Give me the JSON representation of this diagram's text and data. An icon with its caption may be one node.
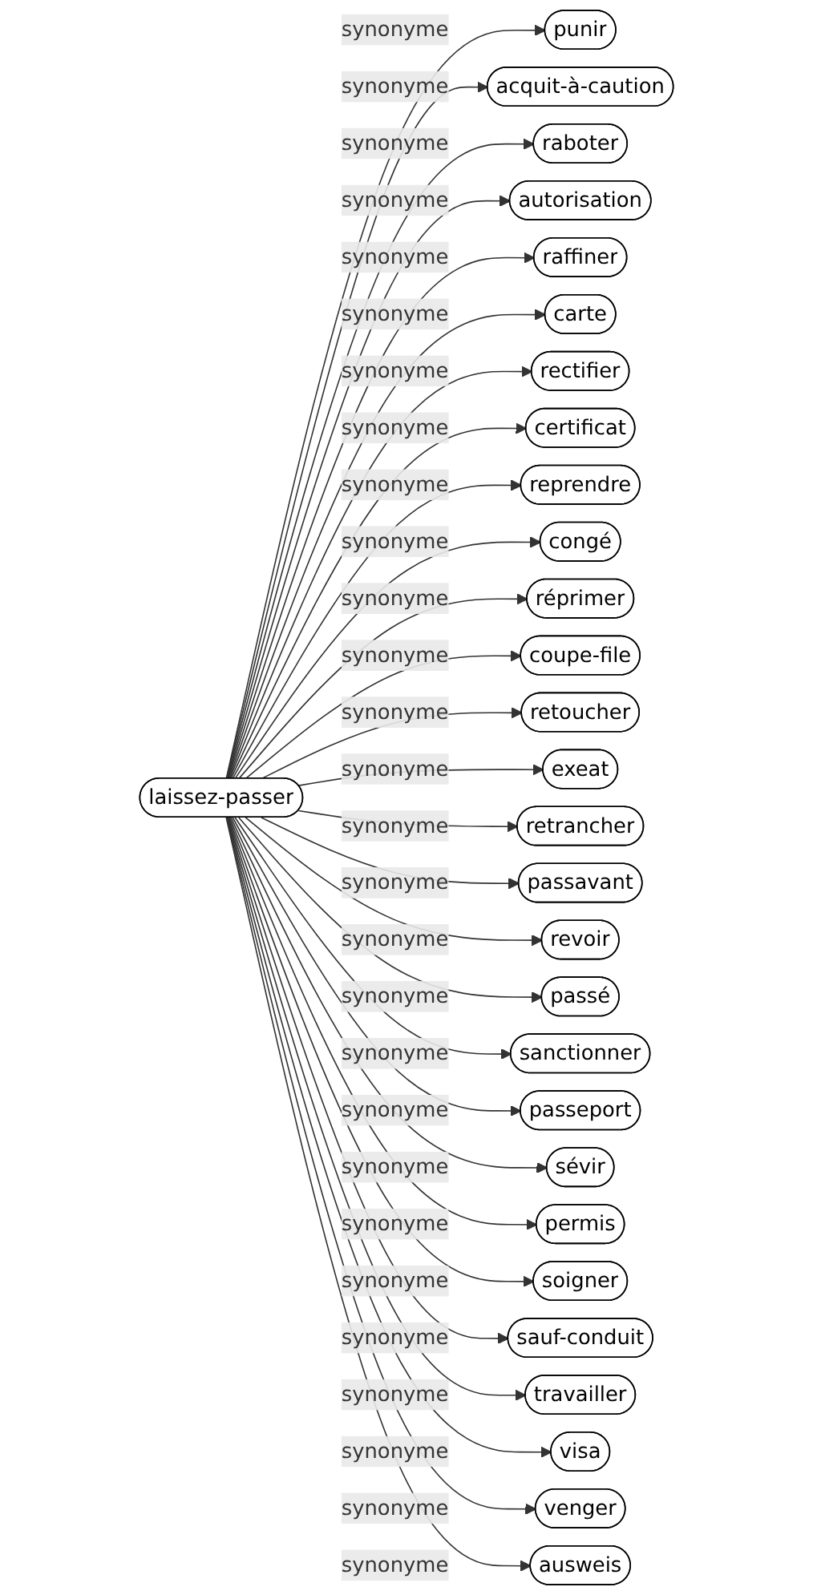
{
  "diagram": {
    "nodes": [
      {
        "text": [
          "laissez-passer"
        ]
      },
      {
        "text": [
          "punir"
        ]
      },
      {
        "text": [
          "acquit-à-caution"
        ]
      },
      {
        "text": [
          "raboter"
        ]
      },
      {
        "text": [
          "autorisation"
        ]
      },
      {
        "text": [
          "raffiner"
        ]
      },
      {
        "text": [
          "carte"
        ]
      },
      {
        "text": [
          "rectifier"
        ]
      },
      {
        "text": [
          "certificat"
        ]
      },
      {
        "text": [
          "reprendre"
        ]
      },
      {
        "text": [
          "congé"
        ]
      },
      {
        "text": [
          "réprimer"
        ]
      },
      {
        "text": [
          "coupe-file"
        ]
      },
      {
        "text": [
          "retoucher"
        ]
      },
      {
        "text": [
          "exeat"
        ]
      },
      {
        "text": [
          "retrancher"
        ]
      },
      {
        "text": [
          "passavant"
        ]
      },
      {
        "text": [
          "revoir"
        ]
      },
      {
        "text": [
          "passé"
        ]
      },
      {
        "text": [
          "sanctionner"
        ]
      },
      {
        "text": [
          "passeport"
        ]
      },
      {
        "text": [
          "sévir"
        ]
      },
      {
        "text": [
          "permis"
        ]
      },
      {
        "text": [
          "soigner"
        ]
      },
      {
        "text": [
          "sauf-conduit"
        ]
      },
      {
        "text": [
          "travailler"
        ]
      },
      {
        "text": [
          "visa"
        ]
      },
      {
        "text": [
          "venger"
        ]
      },
      {
        "text": [
          "ausweis"
        ]
      }
    ],
    "edges": [
      {
        "from": 0,
        "to": 1,
        "arrow": "to",
        "label": "synonyme"
      },
      {
        "from": 0,
        "to": 2,
        "arrow": "to",
        "label": "synonyme"
      },
      {
        "from": 0,
        "to": 3,
        "arrow": "to",
        "label": "synonyme"
      },
      {
        "from": 0,
        "to": 4,
        "arrow": "to",
        "label": "synonyme"
      },
      {
        "from": 0,
        "to": 5,
        "arrow": "to",
        "label": "synonyme"
      },
      {
        "from": 0,
        "to": 6,
        "arrow": "to",
        "label": "synonyme"
      },
      {
        "from": 0,
        "to": 7,
        "arrow": "to",
        "label": "synonyme"
      },
      {
        "from": 0,
        "to": 8,
        "arrow": "to",
        "label": "synonyme"
      },
      {
        "from": 0,
        "to": 9,
        "arrow": "to",
        "label": "synonyme"
      },
      {
        "from": 0,
        "to": 10,
        "arrow": "to",
        "label": "synonyme"
      },
      {
        "from": 0,
        "to": 11,
        "arrow": "to",
        "label": "synonyme"
      },
      {
        "from": 0,
        "to": 12,
        "arrow": "to",
        "label": "synonyme"
      },
      {
        "from": 0,
        "to": 13,
        "arrow": "to",
        "label": "synonyme"
      },
      {
        "from": 0,
        "to": 14,
        "arrow": "to",
        "label": "synonyme"
      },
      {
        "from": 0,
        "to": 15,
        "arrow": "to",
        "label": "synonyme"
      },
      {
        "from": 0,
        "to": 16,
        "arrow": "to",
        "label": "synonyme"
      },
      {
        "from": 0,
        "to": 17,
        "arrow": "to",
        "label": "synonyme"
      },
      {
        "from": 0,
        "to": 18,
        "arrow": "to",
        "label": "synonyme"
      },
      {
        "from": 0,
        "to": 19,
        "arrow": "to",
        "label": "synonyme"
      },
      {
        "from": 0,
        "to": 20,
        "arrow": "to",
        "label": "synonyme"
      },
      {
        "from": 0,
        "to": 21,
        "arrow": "to",
        "label": "synonyme"
      },
      {
        "from": 0,
        "to": 22,
        "arrow": "to",
        "label": "synonyme"
      },
      {
        "from": 0,
        "to": 23,
        "arrow": "to",
        "label": "synonyme"
      },
      {
        "from": 0,
        "to": 24,
        "arrow": "to",
        "label": "synonyme"
      },
      {
        "from": 0,
        "to": 25,
        "arrow": "to",
        "label": "synonyme"
      },
      {
        "from": 0,
        "to": 26,
        "arrow": "to",
        "label": "synonyme"
      },
      {
        "from": 0,
        "to": 27,
        "arrow": "to",
        "label": "synonyme"
      },
      {
        "from": 0,
        "to": 28,
        "arrow": "to",
        "label": "synonyme"
      }
    ]
  }
}
